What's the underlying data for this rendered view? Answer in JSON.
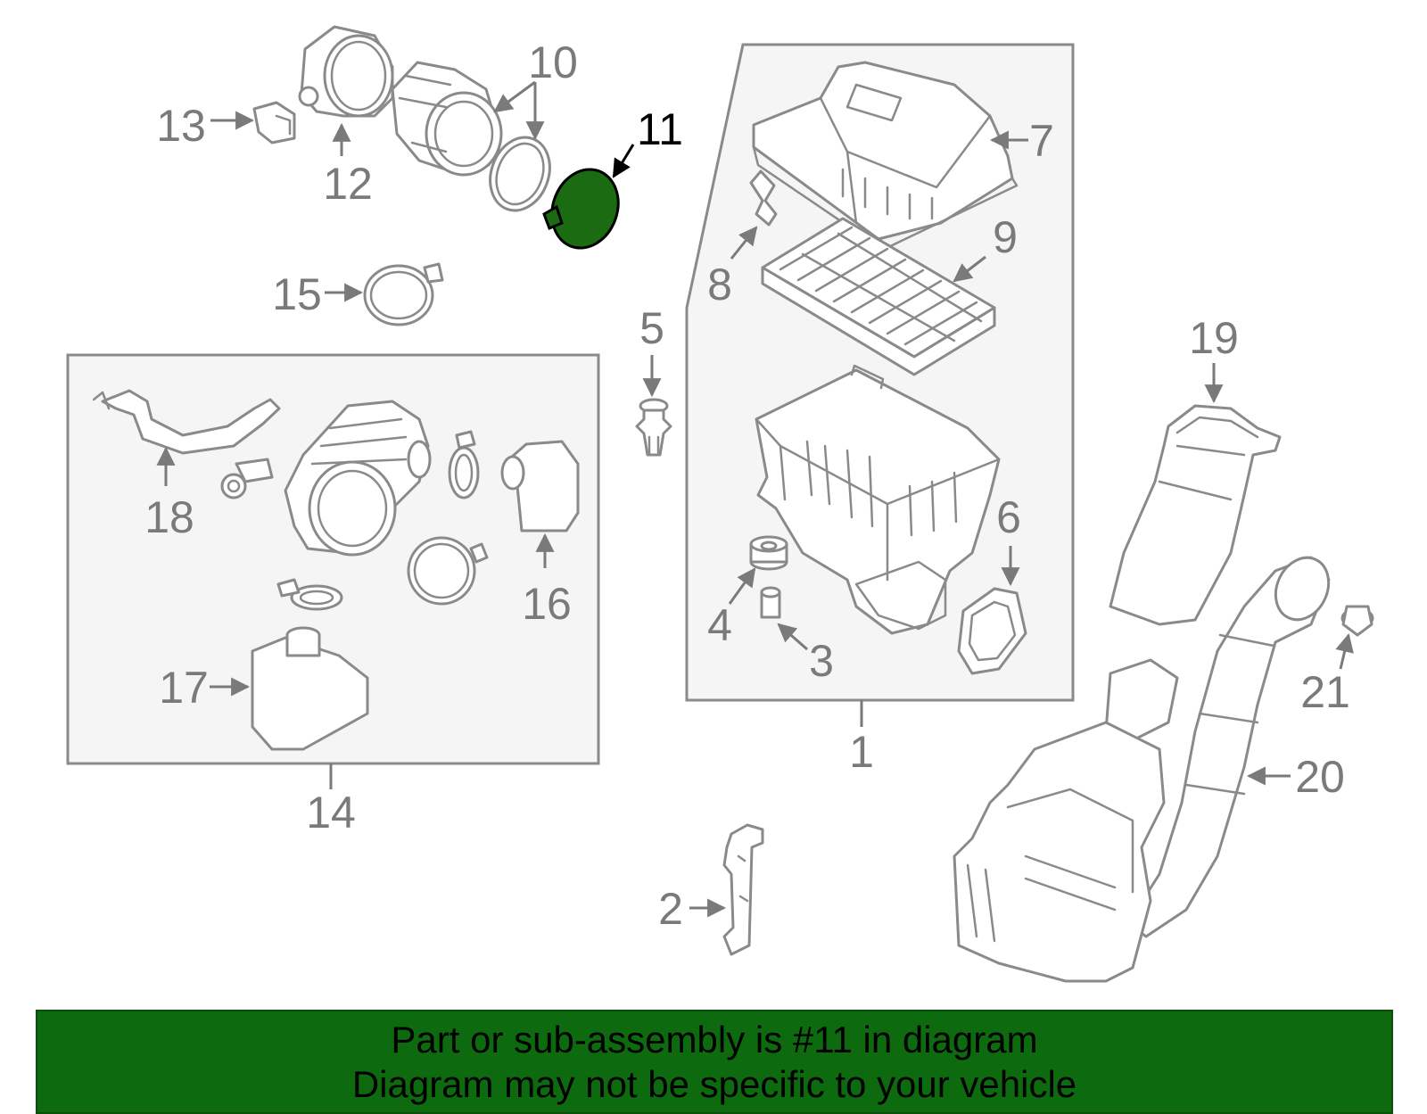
{
  "diagram": {
    "callouts": [
      "1",
      "2",
      "3",
      "4",
      "5",
      "6",
      "7",
      "8",
      "9",
      "10",
      "11",
      "12",
      "13",
      "14",
      "15",
      "16",
      "17",
      "18",
      "19",
      "20",
      "21"
    ],
    "highlighted_callout": "11",
    "colors": {
      "highlight_fill": "#1b6b12",
      "banner_background": "#0e6a0e",
      "panel_background": "#f5f5f5",
      "line_gray": "#8a8a8a"
    }
  },
  "banner": {
    "line1": "Part or sub-assembly is #11 in diagram",
    "line2": "Diagram may not be specific to your vehicle"
  }
}
